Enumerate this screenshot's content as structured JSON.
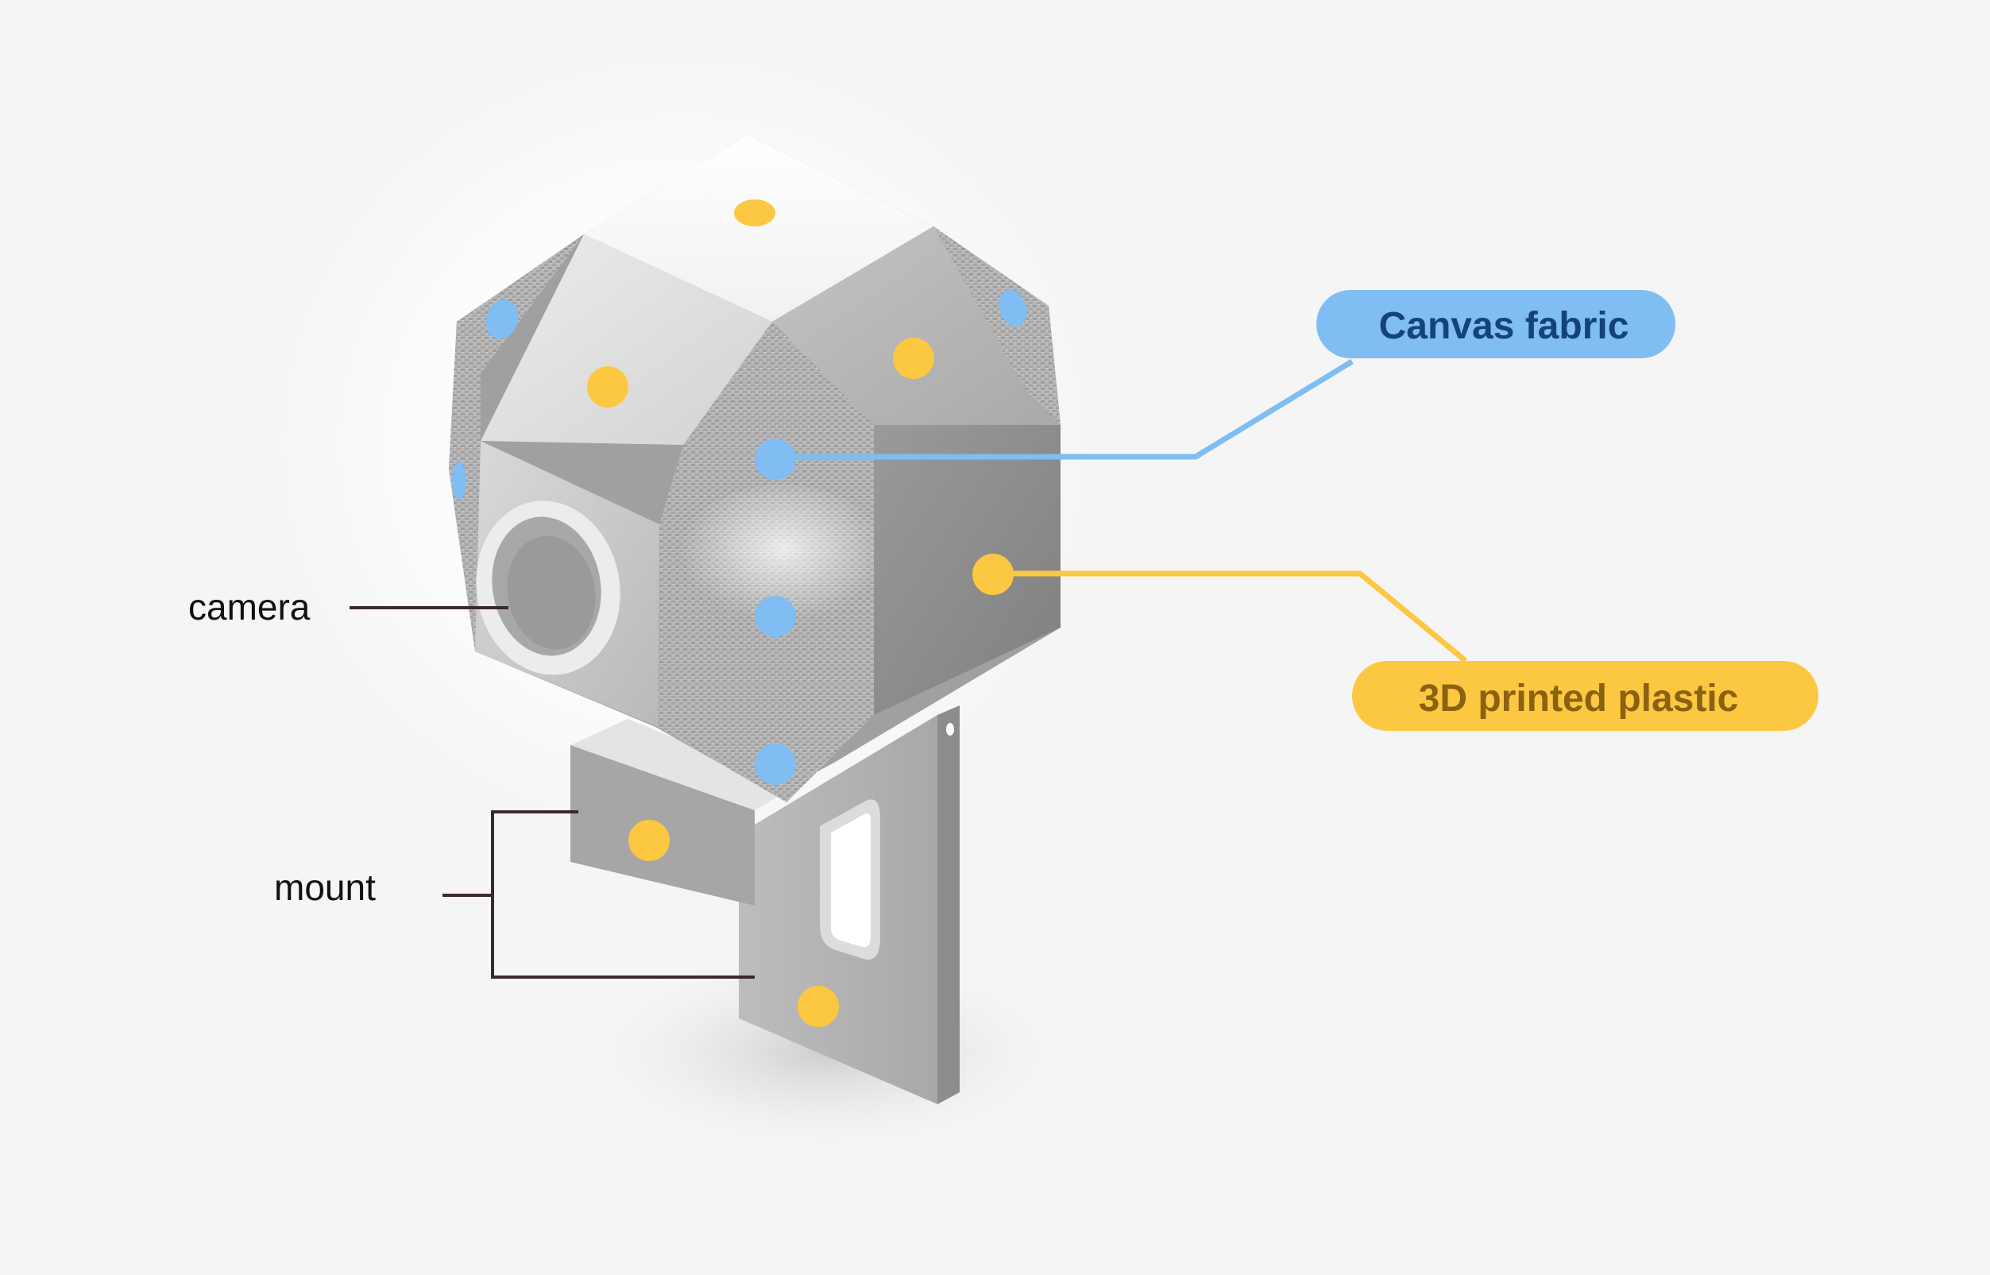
{
  "diagram": {
    "labels": {
      "camera": "camera",
      "mount": "mount"
    },
    "legend": {
      "canvas_fabric": "Canvas fabric",
      "printed_plastic": "3D printed plastic"
    }
  },
  "colors": {
    "background": "#f5f5f5",
    "canvas_fabric_marker": "#7fbdf2",
    "canvas_fabric_text": "#14427a",
    "printed_plastic_marker": "#fcc842",
    "printed_plastic_text": "#8a6210",
    "leader_line": "#3a2a28"
  }
}
